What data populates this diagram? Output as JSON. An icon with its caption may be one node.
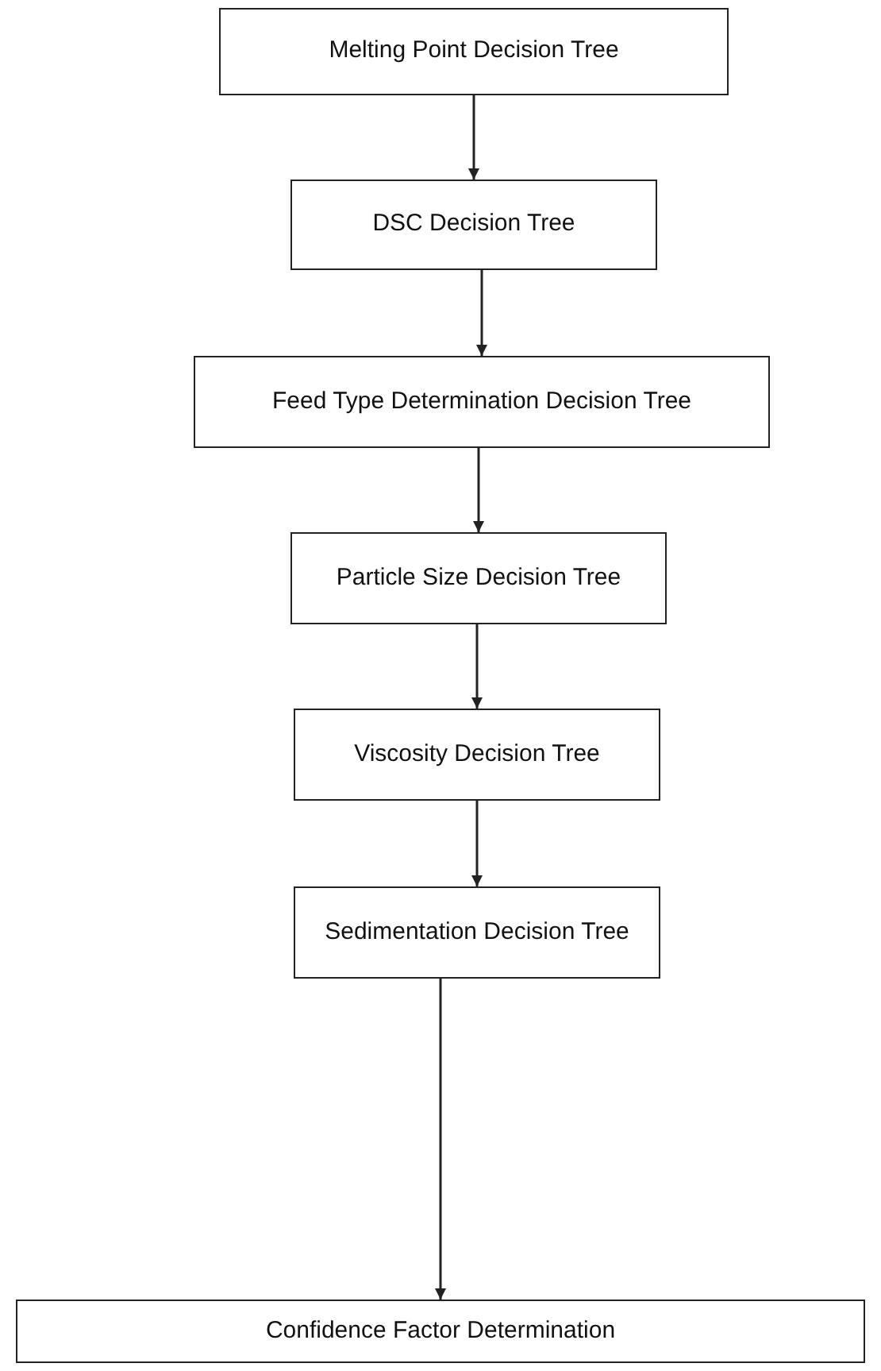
{
  "diagram": {
    "nodes": [
      {
        "text": [
          "Melting Point Decision Tree"
        ]
      },
      {
        "text": [
          "DSC Decision Tree"
        ]
      },
      {
        "text": [
          "Feed Type Determination Decision Tree"
        ]
      },
      {
        "text": [
          "Particle Size Decision Tree"
        ]
      },
      {
        "text": [
          "Viscosity Decision Tree"
        ]
      },
      {
        "text": [
          "Sedimentation Decision Tree"
        ]
      },
      {
        "text": [
          "Confidence Factor Determination"
        ]
      }
    ],
    "edges": [
      {
        "from": 0,
        "to": 1,
        "arrow": "to"
      },
      {
        "from": 1,
        "to": 2,
        "arrow": "to"
      },
      {
        "from": 2,
        "to": 3,
        "arrow": "to"
      },
      {
        "from": 3,
        "to": 4,
        "arrow": "to"
      },
      {
        "from": 4,
        "to": 5,
        "arrow": "to"
      },
      {
        "from": 5,
        "to": 6,
        "arrow": "to"
      }
    ]
  }
}
